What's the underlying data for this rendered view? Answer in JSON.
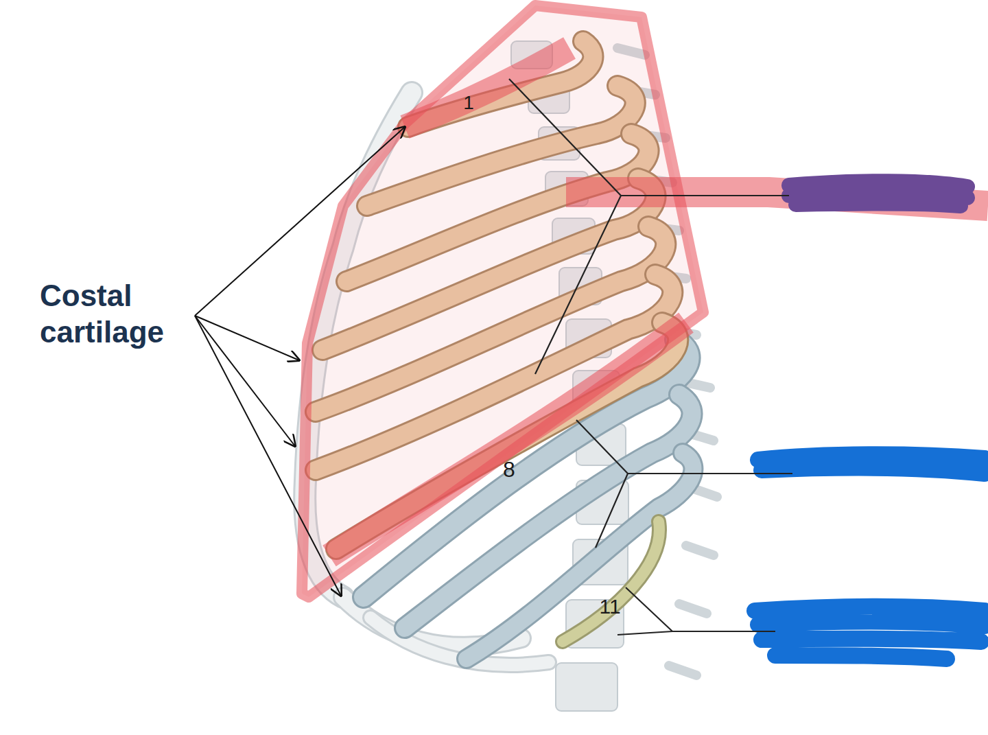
{
  "diagram": {
    "labels": [
      "Costal cartilage",
      "1",
      "8",
      "11"
    ]
  }
}
